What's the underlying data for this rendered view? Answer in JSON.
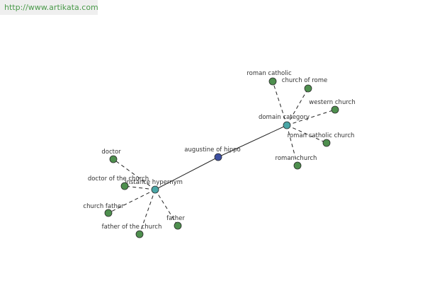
{
  "source": {
    "url_text": "http://www.artikata.com"
  },
  "colors": {
    "center": "#3c4fa0",
    "hub": "#4aa6a6",
    "leaf": "#4e8f4e"
  },
  "graph": {
    "nodes": [
      {
        "id": "augustine",
        "label": "augustine of hippo",
        "kind": "center"
      },
      {
        "id": "domain",
        "label": "domain category",
        "kind": "hub"
      },
      {
        "id": "instance",
        "label": "instance hypernym",
        "kind": "hub"
      },
      {
        "id": "roman_catholic",
        "label": "roman catholic",
        "kind": "leaf"
      },
      {
        "id": "church_of_rome",
        "label": "church of rome",
        "kind": "leaf"
      },
      {
        "id": "western_church",
        "label": "western church",
        "kind": "leaf"
      },
      {
        "id": "roman_catholic_church",
        "label": "roman catholic church",
        "kind": "leaf"
      },
      {
        "id": "roman_church",
        "label": "roman church",
        "kind": "leaf"
      },
      {
        "id": "doctor",
        "label": "doctor",
        "kind": "leaf"
      },
      {
        "id": "doctor_of_the_church",
        "label": "doctor of the church",
        "kind": "leaf"
      },
      {
        "id": "church_father",
        "label": "church father",
        "kind": "leaf"
      },
      {
        "id": "father_of_the_church",
        "label": "father of the church",
        "kind": "leaf"
      },
      {
        "id": "father",
        "label": "father",
        "kind": "leaf"
      }
    ],
    "edges": [
      {
        "from": "augustine",
        "to": "domain",
        "style": "solid"
      },
      {
        "from": "augustine",
        "to": "instance",
        "style": "solid"
      },
      {
        "from": "domain",
        "to": "roman_catholic",
        "style": "dashed"
      },
      {
        "from": "domain",
        "to": "church_of_rome",
        "style": "dashed"
      },
      {
        "from": "domain",
        "to": "western_church",
        "style": "dashed"
      },
      {
        "from": "domain",
        "to": "roman_catholic_church",
        "style": "dashed"
      },
      {
        "from": "domain",
        "to": "roman_church",
        "style": "dashed"
      },
      {
        "from": "instance",
        "to": "doctor",
        "style": "dashed"
      },
      {
        "from": "instance",
        "to": "doctor_of_the_church",
        "style": "dashed"
      },
      {
        "from": "instance",
        "to": "church_father",
        "style": "dashed"
      },
      {
        "from": "instance",
        "to": "father_of_the_church",
        "style": "dashed"
      },
      {
        "from": "instance",
        "to": "father",
        "style": "dashed"
      }
    ]
  }
}
